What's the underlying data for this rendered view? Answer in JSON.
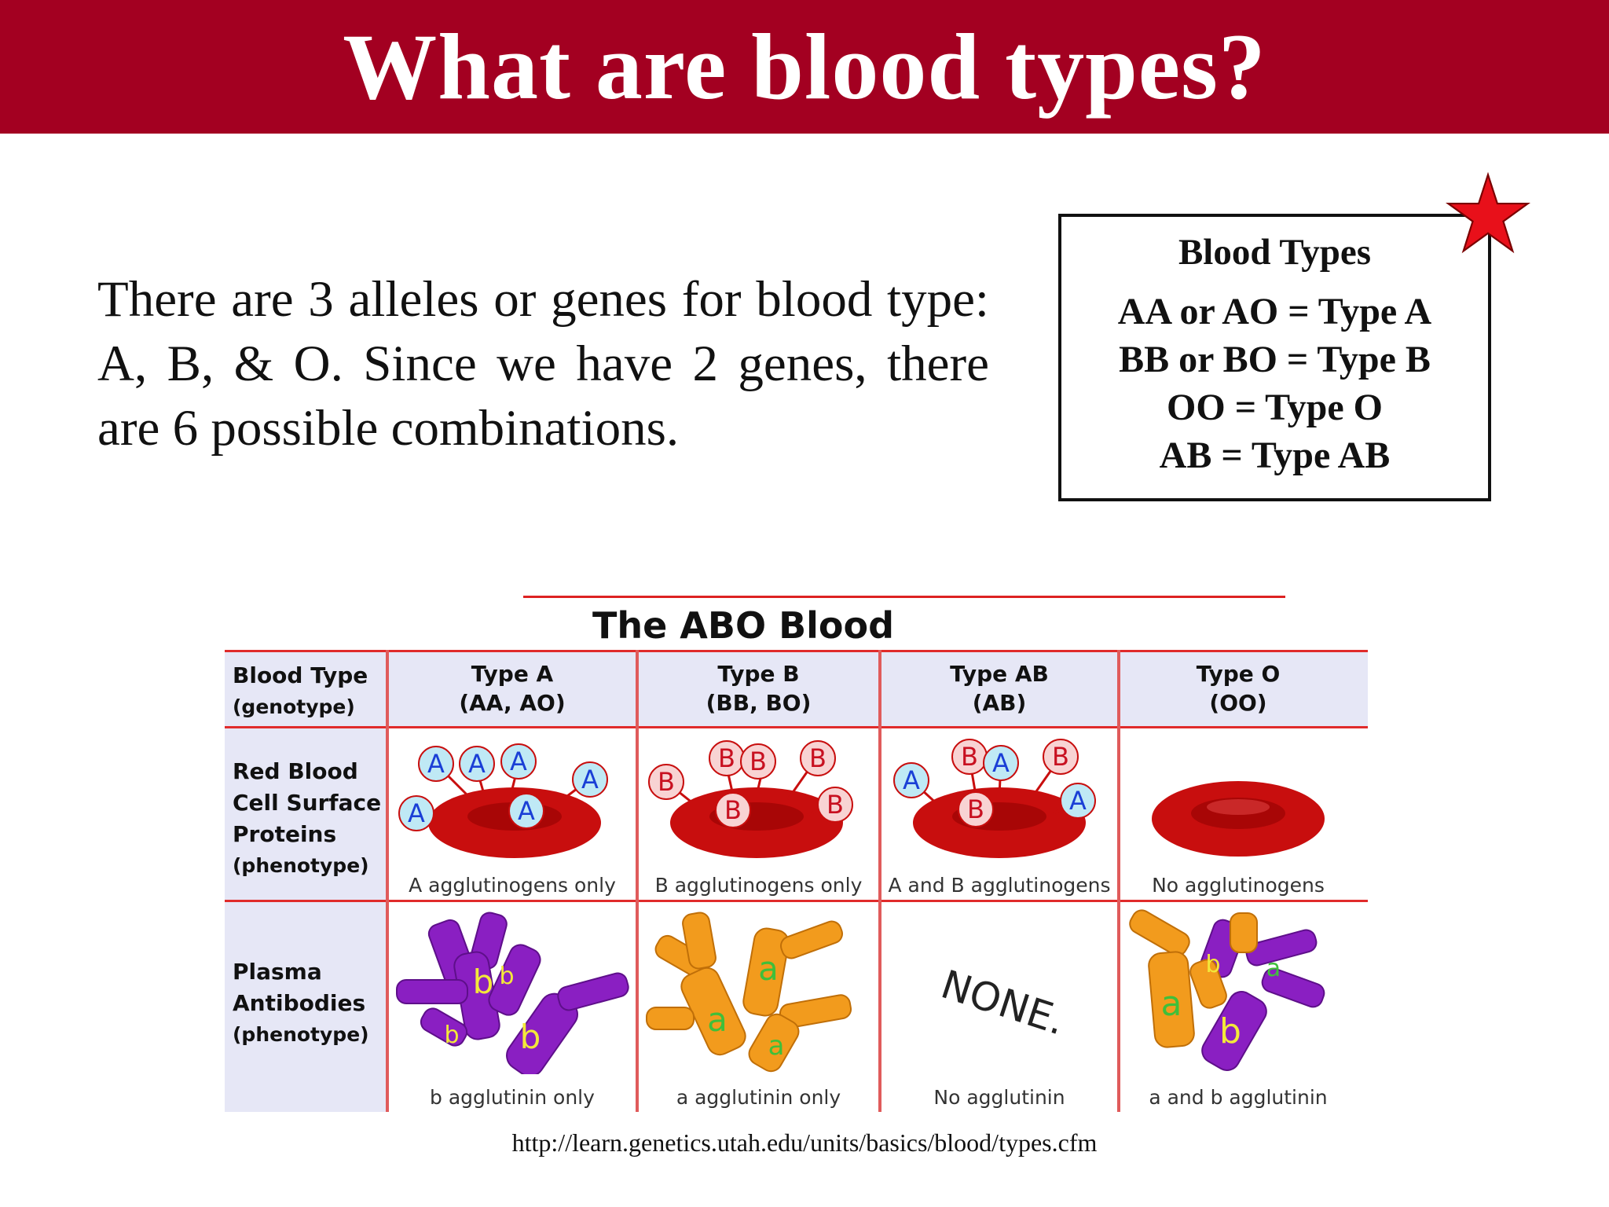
{
  "slide": {
    "title": "What are blood types?",
    "intro": "There are 3 alleles or genes for blood type:  A, B, & O. Since we have 2 genes, there are 6 possible combinations.",
    "source_url": "http://learn.genetics.utah.edu/units/basics/blood/types.cfm"
  },
  "types_box": {
    "title": "Blood Types",
    "rows": [
      "AA or AO = Type A",
      "BB or BO = Type B",
      "OO = Type O",
      "AB = Type AB"
    ]
  },
  "abo_table": {
    "title": "The ABO Blood System",
    "row_labels": {
      "blood_type": "Blood Type",
      "blood_type_sub": "(genotype)",
      "rbc_line1": "Red Blood",
      "rbc_line2": "Cell Surface",
      "rbc_line3": "Proteins",
      "rbc_sub": "(phenotype)",
      "plasma_line1": "Plasma",
      "plasma_line2": "Antibodies",
      "plasma_sub": "(phenotype)"
    },
    "columns": [
      {
        "name": "Type A",
        "genotype": "(AA, AO)",
        "antigen_caption": "A agglutinogens only",
        "antibody_caption": "b agglutinin only"
      },
      {
        "name": "Type B",
        "genotype": "(BB, BO)",
        "antigen_caption": "B agglutinogens only",
        "antibody_caption": "a agglutinin only"
      },
      {
        "name": "Type AB",
        "genotype": "(AB)",
        "antigen_caption": "A and B agglutinogens",
        "antibody_caption": "No agglutinin"
      },
      {
        "name": "Type O",
        "genotype": "(OO)",
        "antigen_caption": "No agglutinogens",
        "antibody_caption": "a and b agglutinin"
      }
    ],
    "none_label": "NONE.",
    "antigen_letters": {
      "a": "A",
      "b": "B"
    },
    "antibody_letters": {
      "a": "a",
      "b": "b"
    }
  },
  "colors": {
    "header_bg": "#a30021",
    "star": "#e8101a",
    "cell_red": "#c80e0e",
    "antibody_purple": "#8a1fc2",
    "antibody_orange": "#f29b1d",
    "table_header_bg": "#e6e7f6",
    "divider_red": "#e02b2b"
  }
}
